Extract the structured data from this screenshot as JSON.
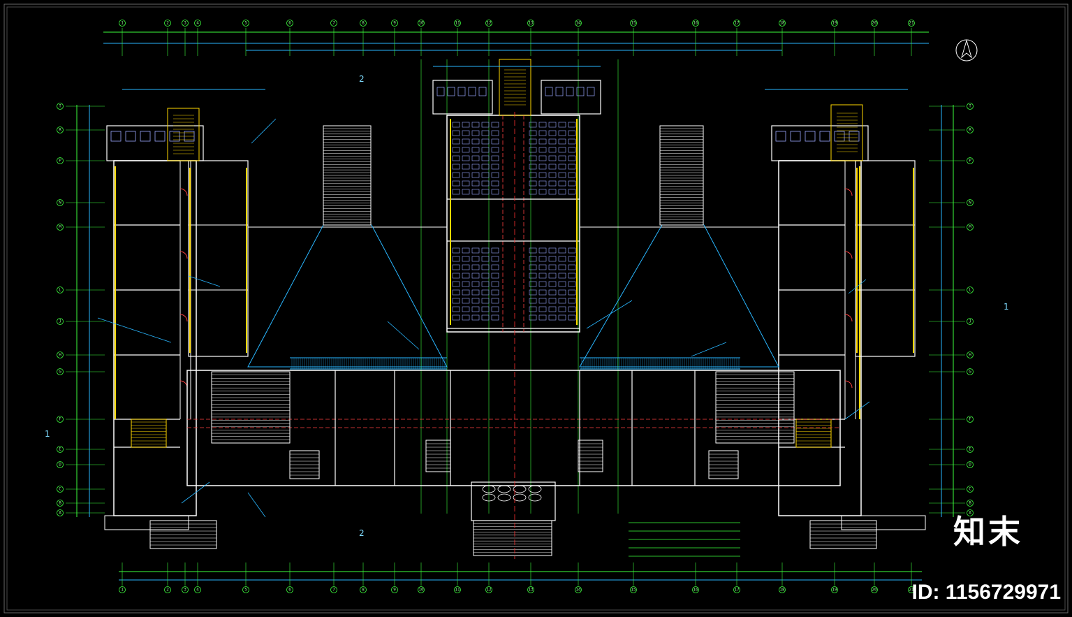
{
  "drawing": {
    "section_marks": [
      "2",
      "2",
      "1",
      "1"
    ],
    "top_grid_labels": [
      "1",
      "2",
      "3",
      "4",
      "5",
      "6",
      "7",
      "8",
      "9",
      "10",
      "11",
      "12",
      "13",
      "14",
      "15",
      "16",
      "17",
      "18",
      "19",
      "20",
      "21"
    ],
    "side_grid_labels": [
      "T",
      "R",
      "P",
      "N",
      "M",
      "L",
      "J",
      "H",
      "G",
      "F",
      "E",
      "D",
      "C",
      "B",
      "A"
    ],
    "colors": {
      "background": "#000000",
      "wall": "#ffffff",
      "window": "#ffd800",
      "door": "#ff4040",
      "annotation": "#29b6ff",
      "grid": "#3cff3c",
      "axis": "#ff3030",
      "fixture": "#9aa8ff"
    }
  },
  "watermark": {
    "brand": "知末",
    "id_text": "ID: 1156729971"
  }
}
